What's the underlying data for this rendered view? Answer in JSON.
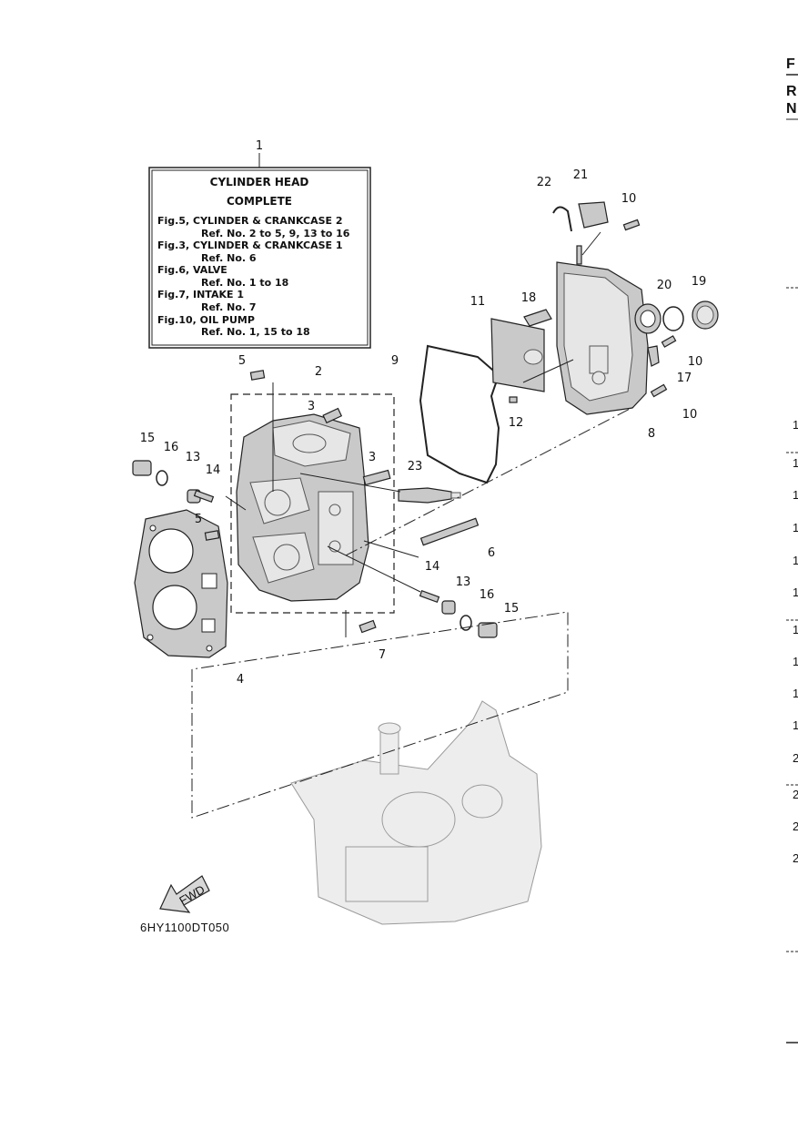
{
  "info_box": {
    "title_line1": "CYLINDER HEAD",
    "title_line2": "COMPLETE",
    "lines": [
      "Fig.5, CYLINDER & CRANKCASE 2",
      "Ref. No. 2 to 5, 9, 13 to 16",
      "Fig.3, CYLINDER & CRANKCASE 1",
      "Ref. No. 6",
      "Fig.6, VALVE",
      "Ref. No. 1 to 18",
      "Fig.7, INTAKE 1",
      "Ref. No. 7",
      "Fig.10, OIL PUMP",
      "Ref. No. 1, 15 to 18"
    ]
  },
  "callouts": [
    "1",
    "2",
    "3",
    "3",
    "4",
    "5",
    "5",
    "6",
    "7",
    "8",
    "9",
    "10",
    "10",
    "10",
    "11",
    "12",
    "13",
    "13",
    "14",
    "14",
    "15",
    "15",
    "16",
    "16",
    "17",
    "18",
    "19",
    "20",
    "21",
    "22",
    "23"
  ],
  "fwd_label": "FWD",
  "drawing_code": "6HY1100DT050",
  "right_edge": {
    "header_letters": [
      "F",
      "R",
      "N"
    ],
    "row_digits": [
      "1",
      "1",
      "1",
      "1",
      "1",
      "1",
      "1",
      "1",
      "1",
      "1",
      "2",
      "2",
      "2",
      "2"
    ]
  }
}
